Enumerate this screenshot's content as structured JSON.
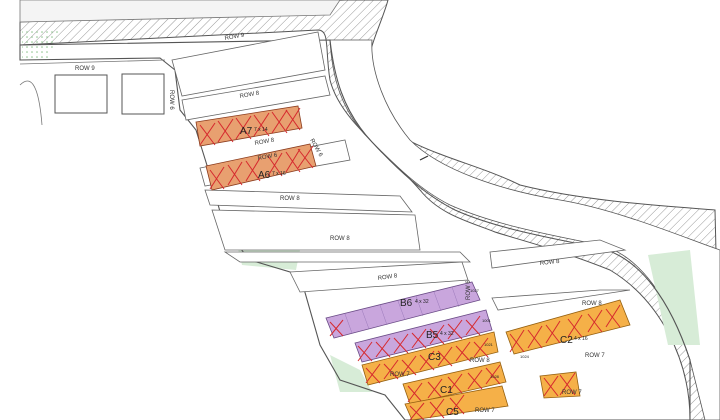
{
  "map": {
    "row_labels": {
      "r9a": "ROW 9",
      "r9b": "ROW 9",
      "r8a": "ROW 8",
      "r8b": "ROW 8",
      "r8c": "ROW 8",
      "r8d": "ROW 8",
      "r8e": "ROW 8",
      "r8f": "ROW 8",
      "r8g": "ROW 8",
      "r8h": "ROW 8",
      "r7a": "ROW 7",
      "r7b": "ROW 7",
      "r7c": "ROW 7",
      "r7d": "ROW 7",
      "r6a": "ROW 6",
      "r6b": "ROW 6",
      "r6c": "ROW 6",
      "r6d": "ROW 6"
    },
    "blocks": {
      "a7": {
        "code": "A7",
        "dims": "7 x 14"
      },
      "a6": {
        "code": "A6",
        "dims": "7 x 16"
      },
      "b6": {
        "code": "B6",
        "dims": "4 x 32"
      },
      "b5": {
        "code": "B5",
        "dims": "4 x 32"
      },
      "c2": {
        "code": "C2",
        "dims": "4 x 16"
      },
      "c1": {
        "code": "C1",
        "dims": ""
      },
      "c3": {
        "code": "C3",
        "dims": ""
      },
      "c5": {
        "code": "C5",
        "dims": ""
      }
    },
    "row_tags": {
      "t1": "1027",
      "t2": "1001",
      "t3": "1021",
      "t4": "1024",
      "t5": "1028"
    },
    "colors": {
      "sold": "#e8a070",
      "b_block": "#c9a6dd",
      "c_block": "#f5b048",
      "cross": "#d6292e",
      "greenery": "#bde0bd",
      "outline": "#555555"
    }
  }
}
